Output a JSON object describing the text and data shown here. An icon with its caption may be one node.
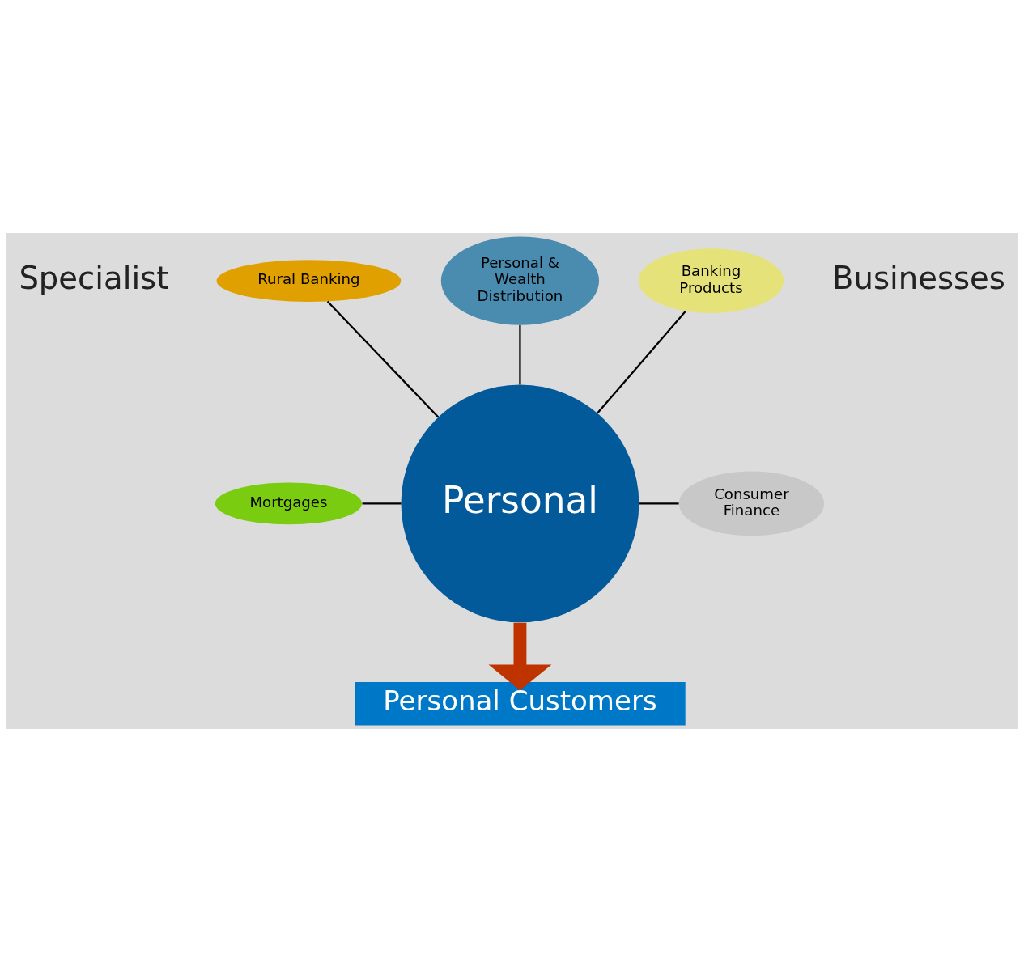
{
  "diagram": {
    "nodes": [
      {
        "text": [
          "Rural Banking"
        ]
      },
      {
        "text": [
          "Personal & Wealth Distribution"
        ]
      },
      {
        "text": [
          "Banking Products"
        ]
      },
      {
        "text": [
          "Personal"
        ]
      },
      {
        "text": [
          "Mortgages"
        ]
      },
      {
        "text": [
          "Consumer Finance"
        ]
      },
      {
        "text": [
          "Personal Customers"
        ]
      }
    ],
    "edges": [
      {
        "from": 0,
        "to": 3,
        "arrow": "none"
      },
      {
        "from": 1,
        "to": 3,
        "arrow": "none"
      },
      {
        "from": 2,
        "to": 3,
        "arrow": "none"
      },
      {
        "from": 4,
        "to": 3,
        "arrow": "none"
      },
      {
        "from": 3,
        "to": 5,
        "arrow": "none"
      },
      {
        "from": 3,
        "to": 6,
        "arrow": "to",
        "style": "thick",
        "color": "#bf3300"
      }
    ],
    "labels": [
      "Specialist",
      "Businesses"
    ]
  }
}
